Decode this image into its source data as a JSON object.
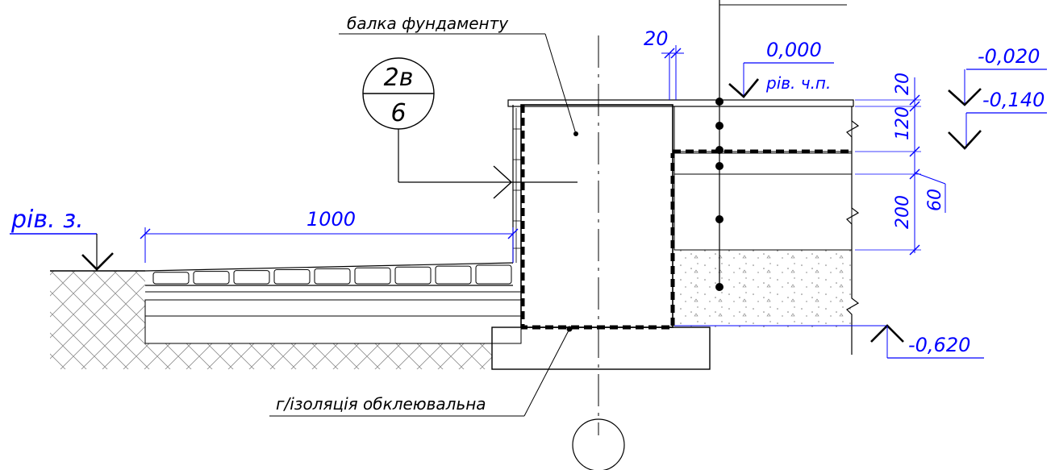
{
  "labels": {
    "foundation_beam": "балка фундаменту",
    "waterproofing": "г/ізоляція обклеювальна"
  },
  "callout": {
    "top": "2в",
    "bottom": "6"
  },
  "levels": {
    "ground": "рів. з.",
    "floor_zero": "0,000",
    "floor_label": "рів. ч.п.",
    "minus_020": "-0,020",
    "minus_140": "-0,140",
    "minus_620": "-0,620"
  },
  "dimensions": {
    "blind_area_width": "1000",
    "gap_20": "20",
    "layer_20": "20",
    "layer_120": "120",
    "layer_200": "200",
    "layer_60": "60"
  },
  "colors": {
    "annotation": "#0000ff",
    "linework": "#000000"
  }
}
